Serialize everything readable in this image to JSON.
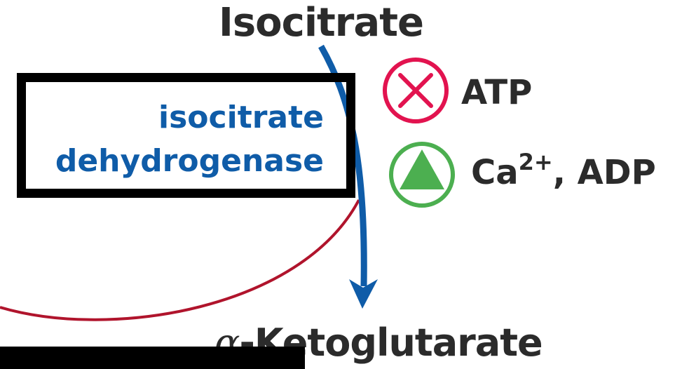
{
  "substrate": "Isocitrate",
  "enzyme": {
    "line1": "isocitrate",
    "line2": "dehydrogenase"
  },
  "product": {
    "prefix": "α",
    "name": "-Ketoglutarate"
  },
  "inhibitor": {
    "icon": "inhibition-circle-x-icon",
    "label": "ATP",
    "color": "#e2134f"
  },
  "activator": {
    "icon": "activation-circle-triangle-icon",
    "label_main": "Ca",
    "label_sup": "2+",
    "label_rest": ", ADP",
    "color": "#4caf50"
  },
  "colors": {
    "reaction_arrow": "#0f5ca8",
    "cycle_curve": "#b0142c",
    "text": "#2b2b2b"
  }
}
